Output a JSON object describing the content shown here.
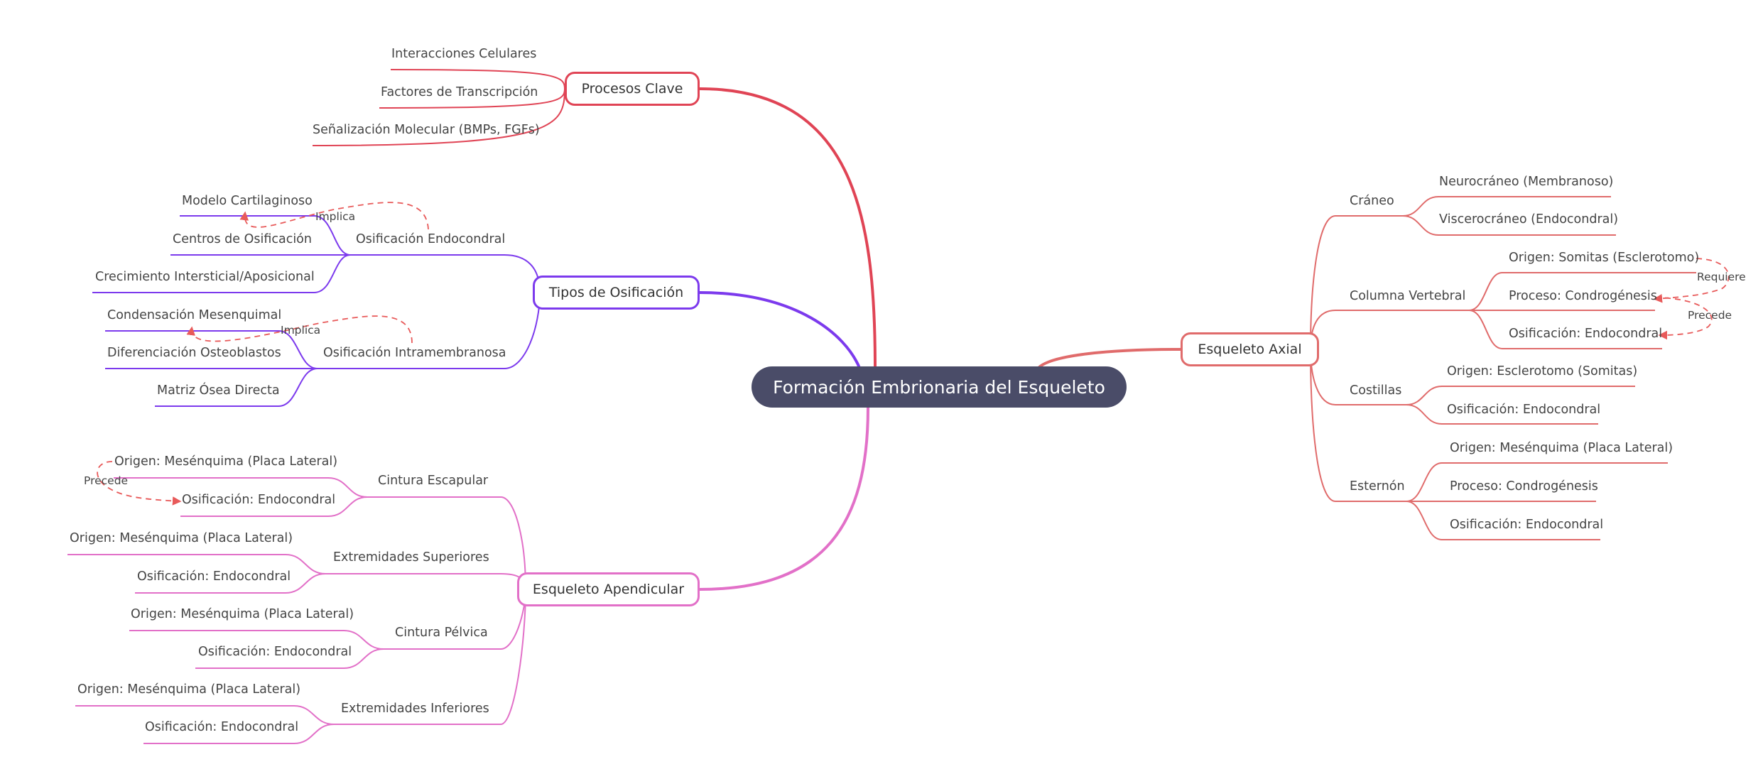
{
  "central_topic": "Formación Embrionaria del Esqueleto",
  "colors": {
    "procesos": "#e04455",
    "tipos": "#7c3aed",
    "apendicular": "#e270c8",
    "axial": "#e06b6b",
    "relation": "#e85a5a",
    "root_fill": "#4a4c68"
  },
  "branches": {
    "procesos": {
      "title": "Procesos Clave",
      "items": [
        "Interacciones Celulares",
        "Factores de Transcripción",
        "Señalización Molecular (BMPs, FGFs)"
      ]
    },
    "tipos": {
      "title": "Tipos de Osificación",
      "endocondral": {
        "title": "Osificación Endocondral",
        "items": [
          "Modelo Cartilaginoso",
          "Centros de Osificación",
          "Crecimiento Intersticial/Aposicional"
        ]
      },
      "intramembranosa": {
        "title": "Osificación Intramembranosa",
        "items": [
          "Condensación Mesenquimal",
          "Diferenciación Osteoblastos",
          "Matriz Ósea Directa"
        ]
      }
    },
    "apendicular": {
      "title": "Esqueleto Apendicular",
      "cintura_escapular": {
        "title": "Cintura Escapular",
        "items": [
          "Origen: Mesénquima (Placa Lateral)",
          "Osificación: Endocondral"
        ]
      },
      "ext_superiores": {
        "title": "Extremidades Superiores",
        "items": [
          "Origen: Mesénquima (Placa Lateral)",
          "Osificación: Endocondral"
        ]
      },
      "cintura_pelvica": {
        "title": "Cintura Pélvica",
        "items": [
          "Origen: Mesénquima (Placa Lateral)",
          "Osificación: Endocondral"
        ]
      },
      "ext_inferiores": {
        "title": "Extremidades Inferiores",
        "items": [
          "Origen: Mesénquima (Placa Lateral)",
          "Osificación: Endocondral"
        ]
      }
    },
    "axial": {
      "title": "Esqueleto Axial",
      "craneo": {
        "title": "Cráneo",
        "items": [
          "Neurocráneo (Membranoso)",
          "Viscerocráneo (Endocondral)"
        ]
      },
      "columna": {
        "title": "Columna Vertebral",
        "items": [
          "Origen: Somitas (Esclerotomo)",
          "Proceso: Condrogénesis",
          "Osificación: Endocondral"
        ]
      },
      "costillas": {
        "title": "Costillas",
        "items": [
          "Origen: Esclerotomo (Somitas)",
          "Osificación: Endocondral"
        ]
      },
      "esternon": {
        "title": "Esternón",
        "items": [
          "Origen: Mesénquima (Placa Lateral)",
          "Proceso: Condrogénesis",
          "Osificación: Endocondral"
        ]
      }
    }
  },
  "relations": {
    "implica_endocondral": "Implica",
    "implica_intramembranosa": "Implica",
    "precede_escapular": "Precede",
    "requiere_columna": "Requiere",
    "precede_columna": "Precede"
  }
}
